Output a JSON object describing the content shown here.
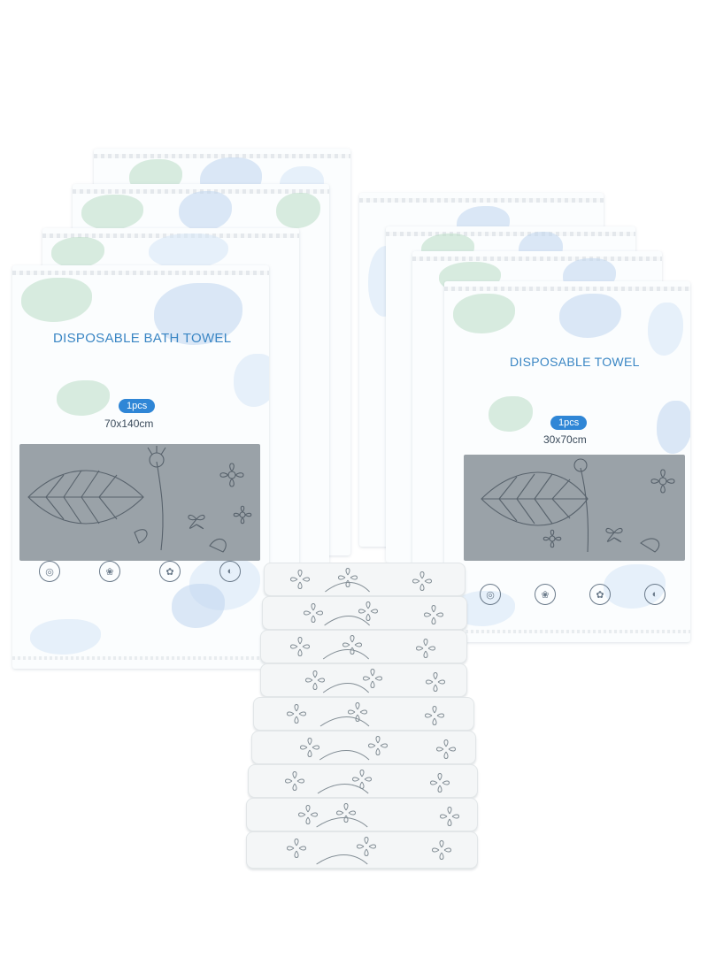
{
  "left_pack": {
    "title": "DISPOSABLE BATH TOWEL",
    "badge": "1pcs",
    "size": "70x140cm"
  },
  "right_pack": {
    "title": "DISPOSABLE TOWEL",
    "badge": "1pcs",
    "size": "30x70cm"
  },
  "colors": {
    "accent_blue": "#2f86d6",
    "title_blue": "#3a86c4",
    "towel_gray": "#9aa2a8",
    "leaf_green": "#b9dcc4"
  },
  "icons": [
    "skin-friendly-icon",
    "soft-icon",
    "clean-icon",
    "hygiene-icon"
  ]
}
